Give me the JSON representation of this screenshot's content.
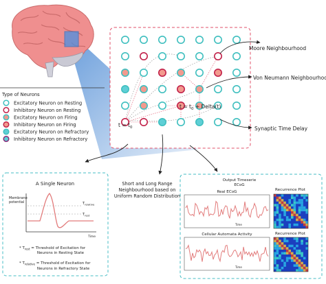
{
  "legend": {
    "title": "Type of Neurons",
    "items": [
      {
        "label": "Excitatory Neuron on Resting",
        "fill": "#ffffff",
        "stroke": "#3fbfbf"
      },
      {
        "label": "Inhibitory Neuron on Resting",
        "fill": "#ffffff",
        "stroke": "#c2224a"
      },
      {
        "label": "Excitatory Neuron on Firing",
        "fill": "#f29a8e",
        "stroke": "#3fbfbf"
      },
      {
        "label": "Inhibitory Neuron on Firing",
        "fill": "#f29a8e",
        "stroke": "#c2224a"
      },
      {
        "label": "Excitatory Neuron on Refractory",
        "fill": "#5fcfd6",
        "stroke": "#3fbfbf"
      },
      {
        "label": "Inhibitory Neuron on Refractory",
        "fill": "#5fcfd6",
        "stroke": "#8a2a7a"
      }
    ]
  },
  "grid_labels": {
    "t0": "t = t",
    "t0_sub": "0",
    "t1": "t = t",
    "t1_sub": "0",
    "t1_rest": " + Delta(t)"
  },
  "annotations": {
    "moore": "Moore Neighbourhood",
    "von_neumann": "Von Neumann Neighbourhood",
    "delay": "Synaptic Time Delay",
    "random_line1": "Short and Long Range",
    "random_line2": "Neighbourhood based on",
    "random_line3": "Uniform Random Distribution"
  },
  "neuron_panel": {
    "title": "A Single Neuron",
    "ylabel_line1": "Membrane",
    "ylabel_line2": "potential",
    "t_relative": "T",
    "t_relative_sub": "relative",
    "t_rest": "T",
    "t_rest_sub": "rest",
    "xlabel": "Time",
    "note1_sym": "T",
    "note1_sub": "rest",
    "note1_line1": " = Threshold of Excitation for",
    "note1_line2": "Neurons in Resting  State",
    "note2_sym": "T",
    "note2_sub": "relative",
    "note2_line1": " = Threshold of Excitation for",
    "note2_line2": "Neurons in Refractory  State"
  },
  "output_panel": {
    "title_line1": "Output Timeserie",
    "title_line2": "ECoG",
    "top_label": "Real ECoG",
    "bottom_label": "Cellular Automata Activity",
    "rp_label": "Recurrence Plot",
    "time_label": "Time"
  },
  "colors": {
    "teal": "#3fbfbf",
    "crimson": "#c2224a",
    "salmon": "#f29a8e",
    "cyan_fill": "#5fcfd6",
    "purple": "#8a2a7a",
    "pink_dash": "#e0506a",
    "teal_dash": "#45bcc4",
    "brain": "#ef8f8f"
  }
}
